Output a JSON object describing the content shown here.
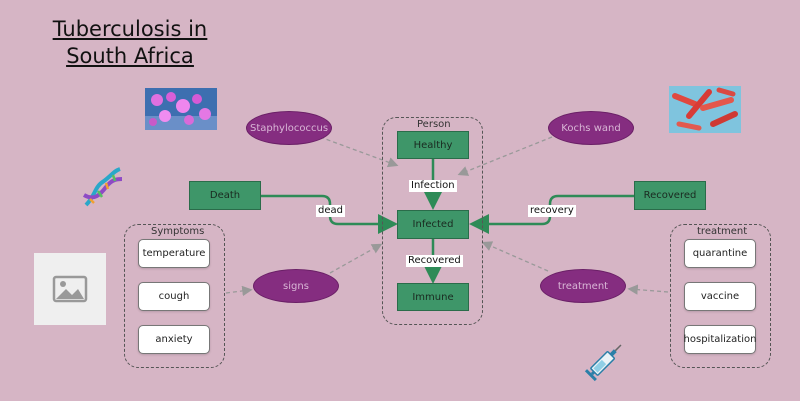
{
  "title": {
    "line1": "Tuberculosis in",
    "line2": "South Africa"
  },
  "groups": {
    "person": "Person",
    "symptoms": "Symptoms",
    "treatment": "treatment"
  },
  "nodes": {
    "healthy": "Healthy",
    "infected": "Infected",
    "immune": "Immune",
    "death": "Death",
    "recovered": "Recovered",
    "staphylococcus": "Staphylococcus",
    "kochs_wand": "Kochs wand",
    "signs": "signs",
    "treatment": "treatment"
  },
  "symptoms": [
    "temperature",
    "cough",
    "anxiety"
  ],
  "treatments": [
    "quarantine",
    "vaccine",
    "hospitalization"
  ],
  "edge_labels": {
    "infection": "Infection",
    "dead": "dead",
    "recovery": "recovery",
    "recovered": "Recovered"
  },
  "colors": {
    "background": "#d6b5c5",
    "green_node": "#3e9669",
    "purple_node": "#852d80",
    "arrow_green": "#2e8b57",
    "arrow_dashed": "#999999"
  },
  "icons": [
    "bacteria-image-icon",
    "bacillus-image-icon",
    "dna-icon",
    "image-placeholder-icon",
    "syringe-icon"
  ]
}
